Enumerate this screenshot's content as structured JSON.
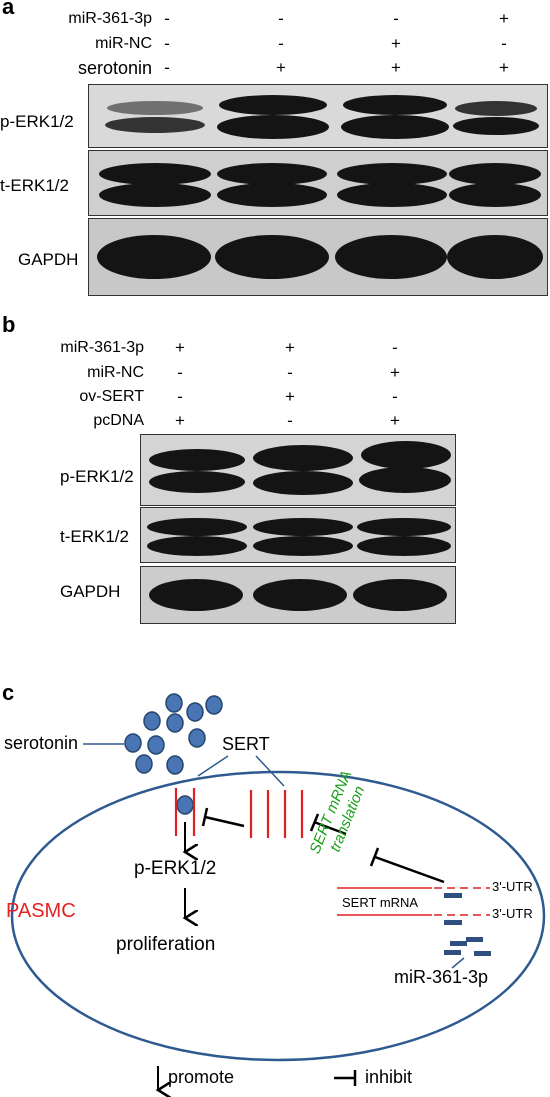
{
  "panel_a": {
    "letter": "a",
    "conditions": [
      {
        "label": "miR-361-3p",
        "values": [
          "-",
          "-",
          "-",
          "+"
        ]
      },
      {
        "label": "miR-NC",
        "values": [
          "-",
          "-",
          "+",
          "-"
        ]
      },
      {
        "label": "serotonin",
        "values": [
          "-",
          "+",
          "+",
          "+"
        ]
      }
    ],
    "blots": [
      {
        "label": "p-ERK1/2"
      },
      {
        "label": "t-ERK1/2"
      },
      {
        "label": "GAPDH"
      }
    ]
  },
  "panel_b": {
    "letter": "b",
    "conditions": [
      {
        "label": "miR-361-3p",
        "values": [
          "+",
          "+",
          "-"
        ]
      },
      {
        "label": "miR-NC",
        "values": [
          "-",
          "-",
          "+"
        ]
      },
      {
        "label": "ov-SERT",
        "values": [
          "-",
          "+",
          "-"
        ]
      },
      {
        "label": "pcDNA",
        "values": [
          "+",
          "-",
          "+"
        ]
      }
    ],
    "blots": [
      {
        "label": "p-ERK1/2"
      },
      {
        "label": "t-ERK1/2"
      },
      {
        "label": "GAPDH"
      }
    ]
  },
  "panel_c": {
    "letter": "c",
    "serotonin_label": "serotonin",
    "sert_label": "SERT",
    "perk_label": "p-ERK1/2",
    "proliferation_label": "proliferation",
    "cell_label": "PASMC",
    "translation_label_line1": "SERT mRNA",
    "translation_label_line2": "translation",
    "utr_label_1": "3'-UTR",
    "utr_label_2": "3'-UTR",
    "sert_mrna_label": "SERT mRNA",
    "mirna_label": "miR-361-3p",
    "legend_promote": "promote",
    "legend_inhibit": "inhibit"
  },
  "colors": {
    "cell_outline": "#2e5a8f",
    "molecule_fill": "#4a75b4",
    "molecule_stroke": "#24466f",
    "sert_red": "#e02020",
    "pasmc_red": "#e32222",
    "translation_green": "#1aa01a",
    "mirna_bar": "#2e4f80"
  }
}
